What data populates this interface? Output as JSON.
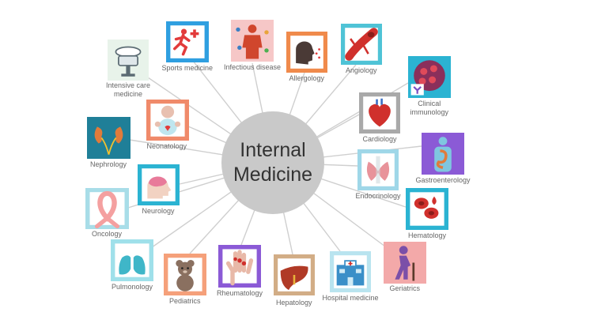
{
  "hub": {
    "line1": "Internal",
    "line2": "Medicine"
  },
  "topics": [
    {
      "id": "intensive-care",
      "lines": [
        "Intensive care",
        "medicine"
      ],
      "icon": "ventilator-icon",
      "bg": "#7ec27e"
    },
    {
      "id": "sports",
      "lines": [
        "Sports medicine"
      ],
      "icon": "runner-icon",
      "bg": "#2f9fe0"
    },
    {
      "id": "infectious",
      "lines": [
        "Infectious disease"
      ],
      "icon": "infected-body-icon",
      "bg": "#f3b7b7"
    },
    {
      "id": "allergology",
      "lines": [
        "Allergology"
      ],
      "icon": "sneezing-head-icon",
      "bg": "#f08a4b"
    },
    {
      "id": "angiology",
      "lines": [
        "Angiology"
      ],
      "icon": "blood-vessel-icon",
      "bg": "#4fc3d6"
    },
    {
      "id": "clinical-immunology",
      "lines": [
        "Clinical",
        "immunology"
      ],
      "icon": "antibody-icon",
      "bg": "#2bb3d2"
    },
    {
      "id": "cardiology",
      "lines": [
        "Cardiology"
      ],
      "icon": "heart-icon",
      "bg": "#a9a9a9"
    },
    {
      "id": "gastroenterology",
      "lines": [
        "Gastroenterology"
      ],
      "icon": "digestive-system-icon",
      "bg": "#8b5ad6"
    },
    {
      "id": "endocrinology",
      "lines": [
        "Endocrinology"
      ],
      "icon": "thyroid-icon",
      "bg": "#9fd7e8"
    },
    {
      "id": "hematology",
      "lines": [
        "Hematology"
      ],
      "icon": "blood-cells-icon",
      "bg": "#2bb3d2"
    },
    {
      "id": "geriatrics",
      "lines": [
        "Geriatrics"
      ],
      "icon": "elderly-person-icon",
      "bg": "#f3a9a9"
    },
    {
      "id": "hospital",
      "lines": [
        "Hospital medicine"
      ],
      "icon": "hospital-building-icon",
      "bg": "#b9e4ef"
    },
    {
      "id": "hepatology",
      "lines": [
        "Hepatology"
      ],
      "icon": "liver-icon",
      "bg": "#d2ad86"
    },
    {
      "id": "rheumatology",
      "lines": [
        "Rheumatology"
      ],
      "icon": "hand-joints-icon",
      "bg": "#8b5ad6"
    },
    {
      "id": "pediatrics",
      "lines": [
        "Pediatrics"
      ],
      "icon": "teddy-bear-icon",
      "bg": "#f5a07a"
    },
    {
      "id": "pulmonology",
      "lines": [
        "Pulmonology"
      ],
      "icon": "lungs-icon",
      "bg": "#9fe0ea"
    },
    {
      "id": "oncology",
      "lines": [
        "Oncology"
      ],
      "icon": "ribbon-icon",
      "bg": "#a8dde8"
    },
    {
      "id": "neurology",
      "lines": [
        "Neurology"
      ],
      "icon": "brain-head-icon",
      "bg": "#2bb3d2"
    },
    {
      "id": "nephrology",
      "lines": [
        "Nephrology"
      ],
      "icon": "kidneys-icon",
      "bg": "#1f7f98"
    },
    {
      "id": "neonatology",
      "lines": [
        "Neonatology"
      ],
      "icon": "baby-icon",
      "bg": "#f08a6a"
    }
  ]
}
